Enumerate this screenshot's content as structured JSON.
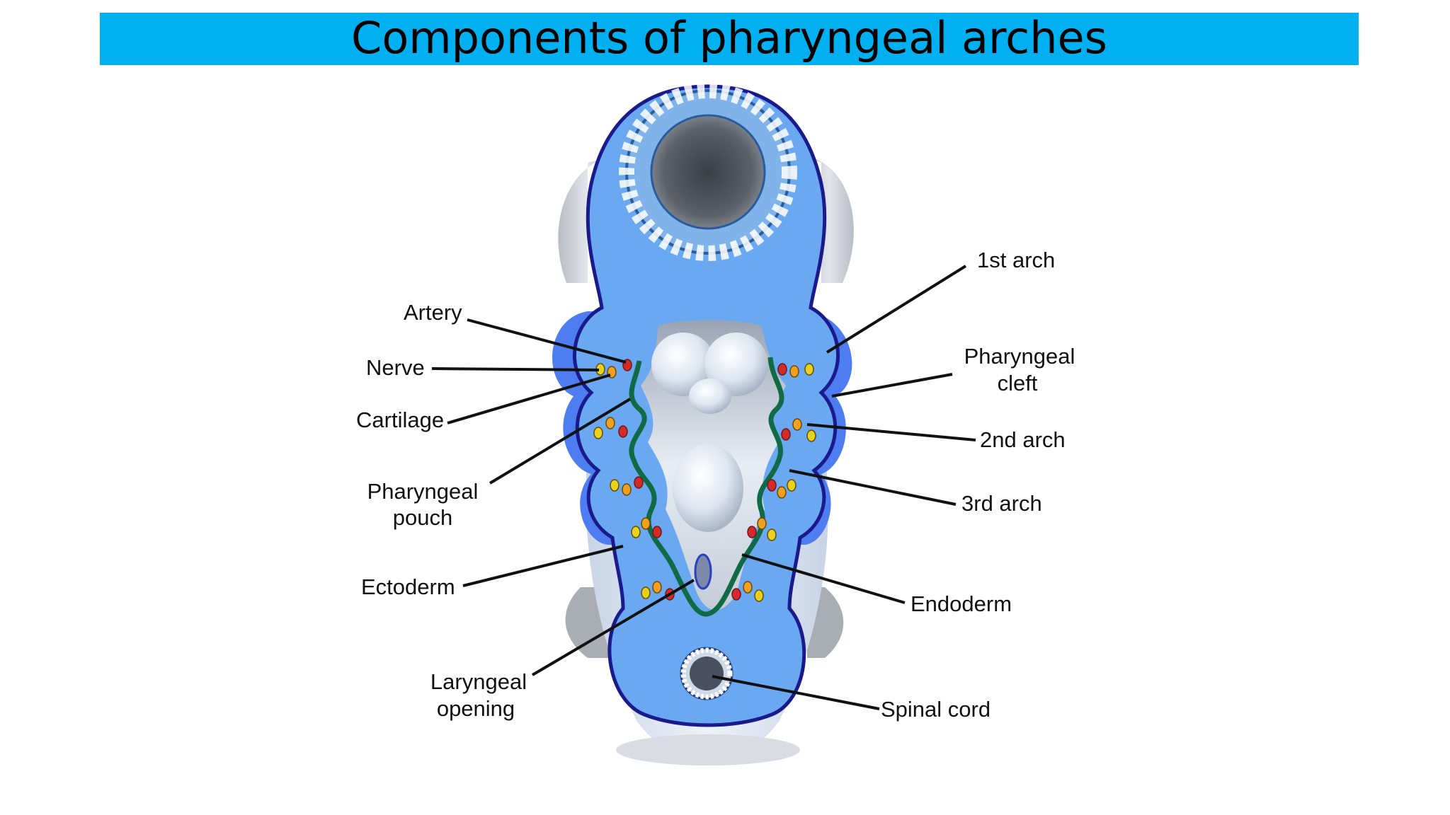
{
  "slide": {
    "title": "Components of pharyngeal arches"
  },
  "labels": {
    "artery": "Artery",
    "nerve": "Nerve",
    "cartilage": "Cartilage",
    "pharyngeal_pouch": [
      "Pharyngeal",
      "pouch"
    ],
    "ectoderm": "Ectoderm",
    "laryngeal_opening": [
      "Laryngeal",
      "opening"
    ],
    "first_arch": "1st arch",
    "pharyngeal_cleft": [
      "Pharyngeal",
      "cleft"
    ],
    "second_arch": "2nd arch",
    "third_arch": "3rd arch",
    "endoderm": "Endoderm",
    "spinal_cord": "Spinal cord"
  },
  "colors": {
    "title_bar": "#00b0f0",
    "body_fill": "#6aa9f2",
    "outline": "#1a1a8c",
    "endoderm_line": "#0f6a45",
    "artery": "#d42a2a",
    "nerve": "#e8d21e",
    "cartilage": "#f0a020"
  }
}
